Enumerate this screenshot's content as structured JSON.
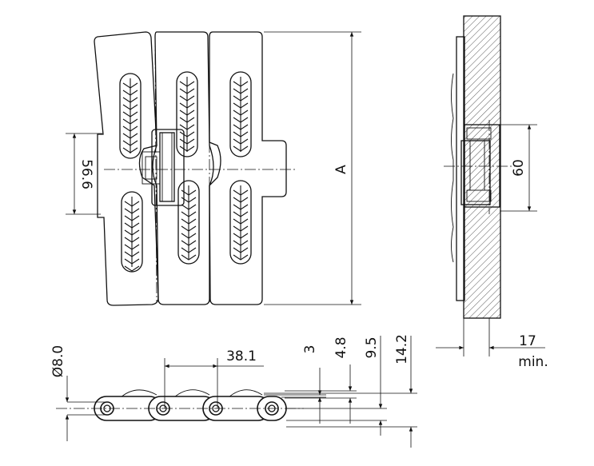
{
  "dimensions": {
    "pitch": "38.1",
    "pin_diameter": "Ø8.0",
    "height_3": "3",
    "height_4_8": "4.8",
    "height_9_5": "9.5",
    "height_14_2": "14.2",
    "radius": "56.6",
    "overall_a": "A",
    "slot_60": "60",
    "clearance": "17",
    "clearance_unit": "min."
  },
  "colors": {
    "line": "#111111",
    "hatch": "#555555",
    "background": "#ffffff"
  }
}
